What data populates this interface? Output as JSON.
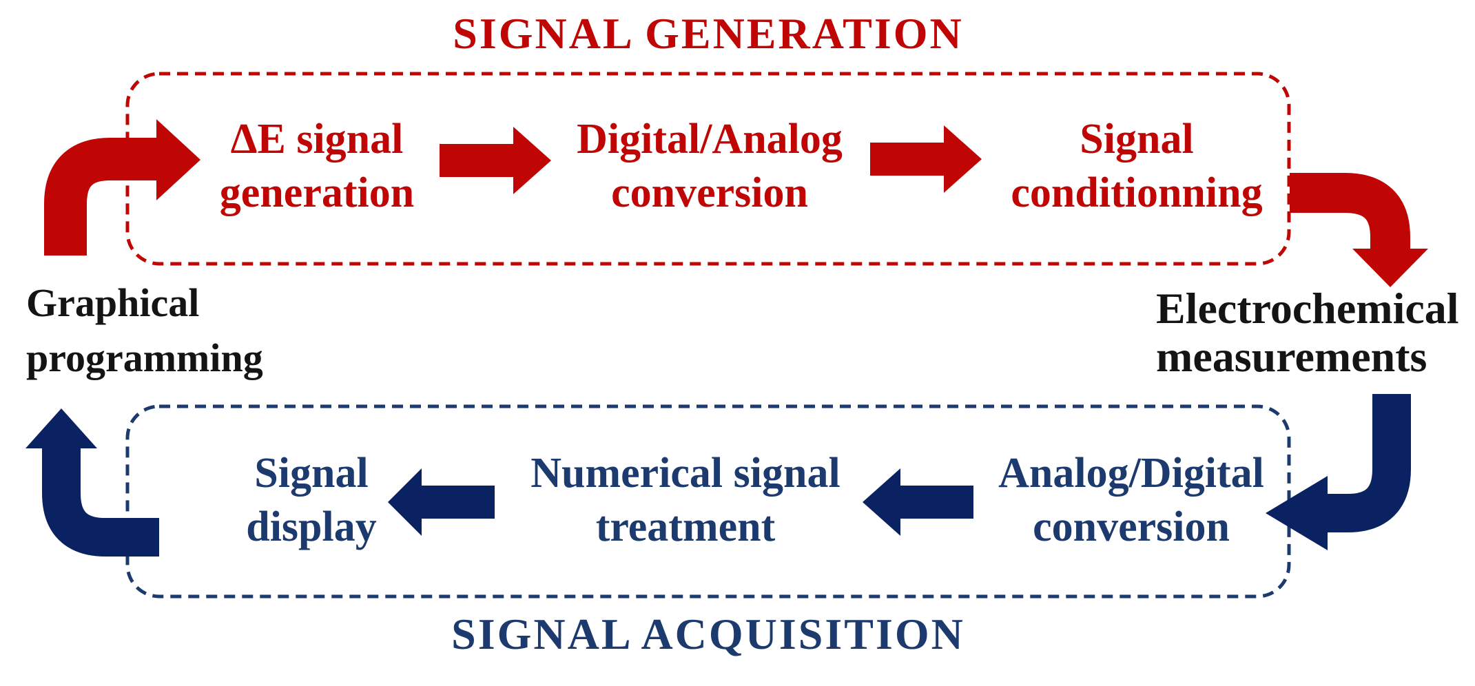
{
  "diagram": {
    "titles": {
      "generation": "SIGNAL GENERATION",
      "acquisition": "SIGNAL ACQUISITION"
    },
    "generation_steps": [
      {
        "line1": "ΔE signal",
        "line2": "generation"
      },
      {
        "line1": "Digital/Analog",
        "line2": "conversion"
      },
      {
        "line1": "Signal",
        "line2": "conditionning"
      }
    ],
    "acquisition_steps": [
      {
        "line1": "Signal",
        "line2": "display"
      },
      {
        "line1": "Numerical signal",
        "line2": "treatment"
      },
      {
        "line1": "Analog/Digital",
        "line2": "conversion"
      }
    ],
    "side_labels": {
      "left": {
        "line1": "Graphical",
        "line2": "programming"
      },
      "right": {
        "line1": "Electrochemical",
        "line2": "measurements"
      }
    },
    "colors": {
      "red": "#C00505",
      "navy_arrow": "#0A2262",
      "navy_text": "#1D3A6E",
      "black": "#141414"
    }
  }
}
